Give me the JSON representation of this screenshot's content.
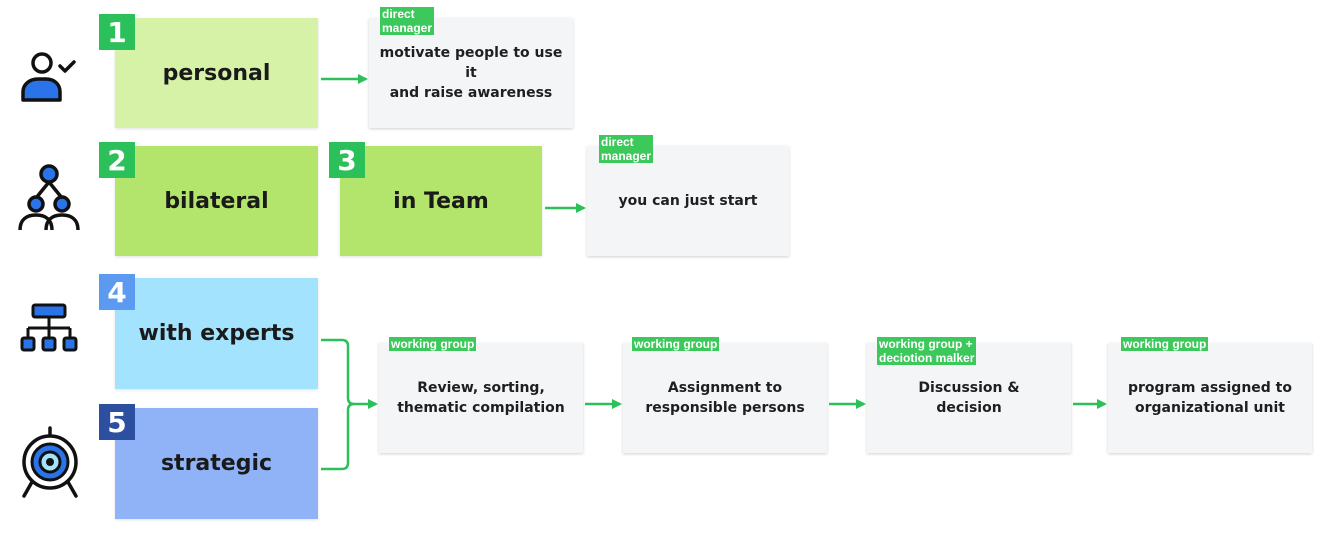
{
  "colors": {
    "green_light": "#d6f2a7",
    "green_mid": "#b3e46c",
    "blue_light": "#a3e3fd",
    "blue_mid": "#8fb3f6",
    "badge_green": "#2cc05a",
    "badge_blue_light": "#5b9af0",
    "badge_blue_dark": "#2c4fa0",
    "arrow": "#2cc05a",
    "tag": "#3cc85a",
    "icon_blue": "#2a73e8"
  },
  "levels": [
    {
      "number": "1",
      "label": "personal",
      "icon": "person-check-icon"
    },
    {
      "number": "2",
      "label": "bilateral",
      "icon": "people-network-icon"
    },
    {
      "number": "3",
      "label": "in Team",
      "icon": ""
    },
    {
      "number": "4",
      "label": "with experts",
      "icon": "org-chart-icon"
    },
    {
      "number": "5",
      "label": "strategic",
      "icon": "target-icon"
    }
  ],
  "cards": {
    "personal": {
      "tag": "direct\nmanager",
      "text": "motivate people to use it\nand raise awareness"
    },
    "team": {
      "tag": "direct\nmanager",
      "text": "you can just start"
    }
  },
  "process": [
    {
      "tag": "working group",
      "text": "Review, sorting,\nthematic compilation"
    },
    {
      "tag": "working group",
      "text": "Assignment to\nresponsible persons"
    },
    {
      "tag": "working group +\ndeciotion malker",
      "text": "Discussion &\ndecision"
    },
    {
      "tag": "working group",
      "text": "program assigned to\norganizational unit"
    }
  ]
}
